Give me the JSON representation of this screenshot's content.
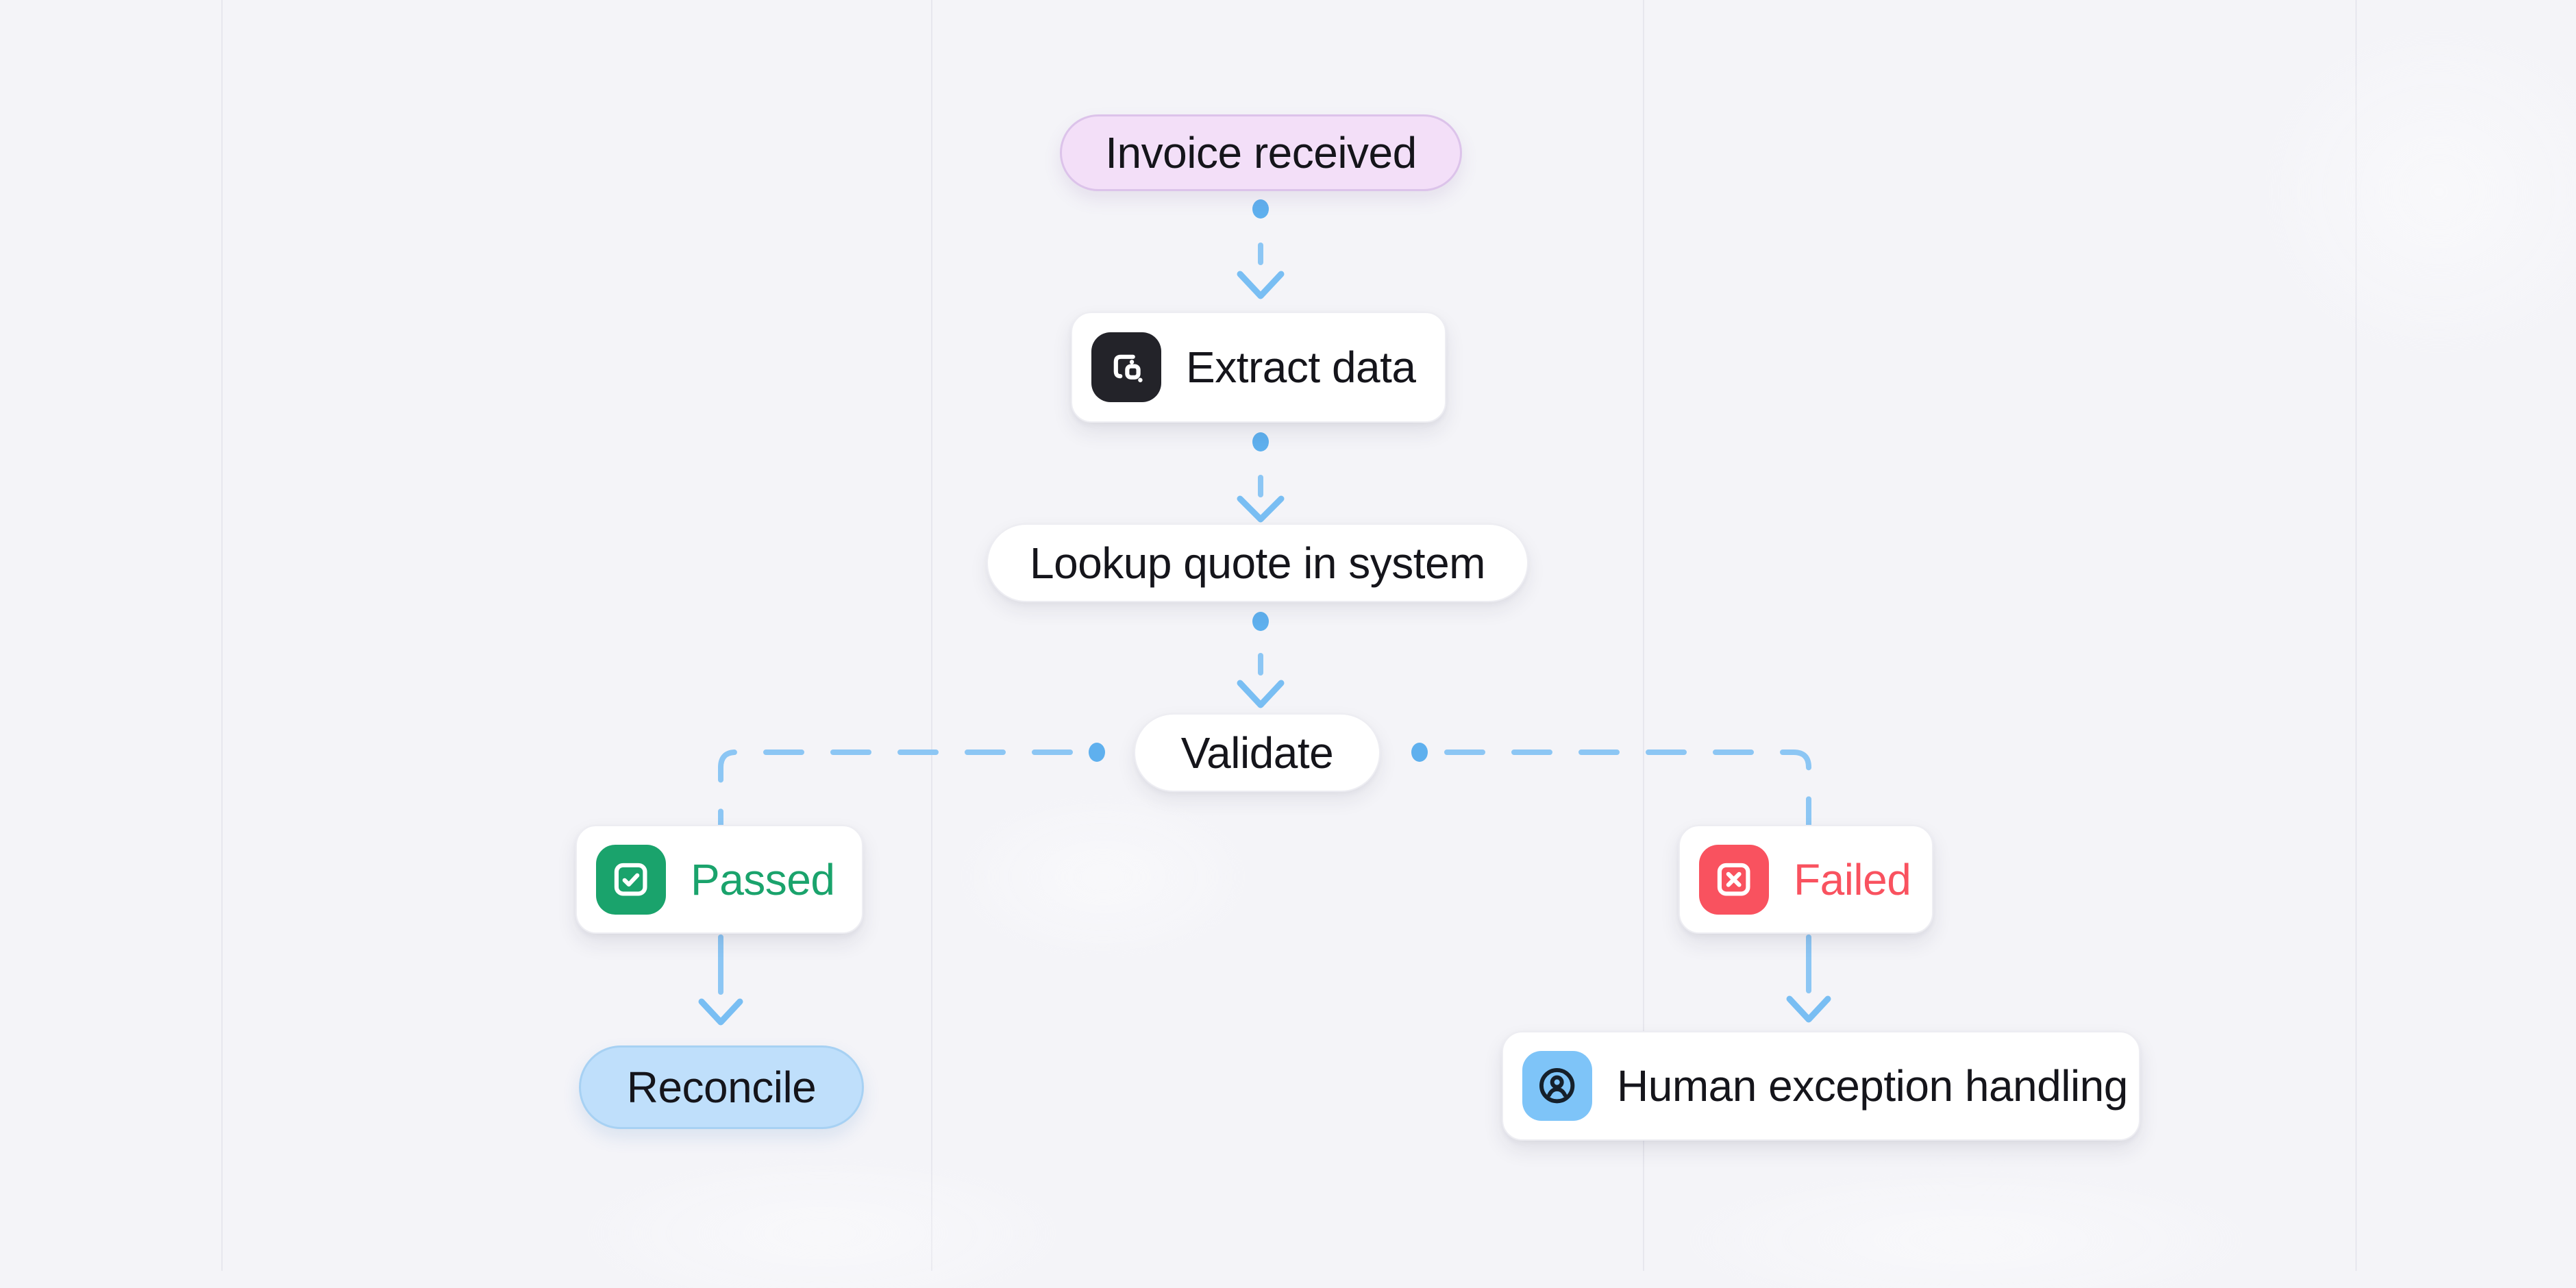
{
  "canvas": {
    "type": "workflow-diagram",
    "background": "#f4f4f8",
    "grid_line_color": "#e7e7ee",
    "connector": {
      "style": "dashed",
      "dash_color": "#8cc6f4",
      "dot_color": "#5fb0ee",
      "arrow_color": "#79bef3"
    }
  },
  "nodes": {
    "invoice": {
      "label": "Invoice received",
      "kind": "pill",
      "fill": "#f3dff8",
      "border": "#dcc3ea"
    },
    "extract": {
      "label": "Extract data",
      "kind": "card",
      "icon": "document-scan-icon",
      "icon_bg": "#232329"
    },
    "lookup": {
      "label": "Lookup quote in system",
      "kind": "pill",
      "fill": "#ffffff"
    },
    "validate": {
      "label": "Validate",
      "kind": "pill",
      "fill": "#ffffff"
    },
    "passed": {
      "label": "Passed",
      "kind": "card",
      "icon": "check-square-icon",
      "icon_bg": "#1aa36c",
      "text_color": "#1aa36c"
    },
    "failed": {
      "label": "Failed",
      "kind": "card",
      "icon": "x-square-icon",
      "icon_bg": "#f9525f",
      "text_color": "#f9525f"
    },
    "reconcile": {
      "label": "Reconcile",
      "kind": "pill",
      "fill": "#bfdffb",
      "border": "#a7d1f3"
    },
    "human": {
      "label": "Human exception handling",
      "kind": "card",
      "icon": "user-circle-icon",
      "icon_bg": "#7ec4f8"
    }
  },
  "edges": [
    {
      "from": "invoice",
      "to": "extract",
      "style": "dot-dash-arrow"
    },
    {
      "from": "extract",
      "to": "lookup",
      "style": "dot-dash-arrow"
    },
    {
      "from": "lookup",
      "to": "validate",
      "style": "dot-dash-arrow"
    },
    {
      "from": "validate",
      "to": "passed",
      "style": "dot-dash-elbow"
    },
    {
      "from": "validate",
      "to": "failed",
      "style": "dot-dash-elbow"
    },
    {
      "from": "passed",
      "to": "reconcile",
      "style": "dash-arrow"
    },
    {
      "from": "failed",
      "to": "human",
      "style": "dash-arrow"
    }
  ]
}
